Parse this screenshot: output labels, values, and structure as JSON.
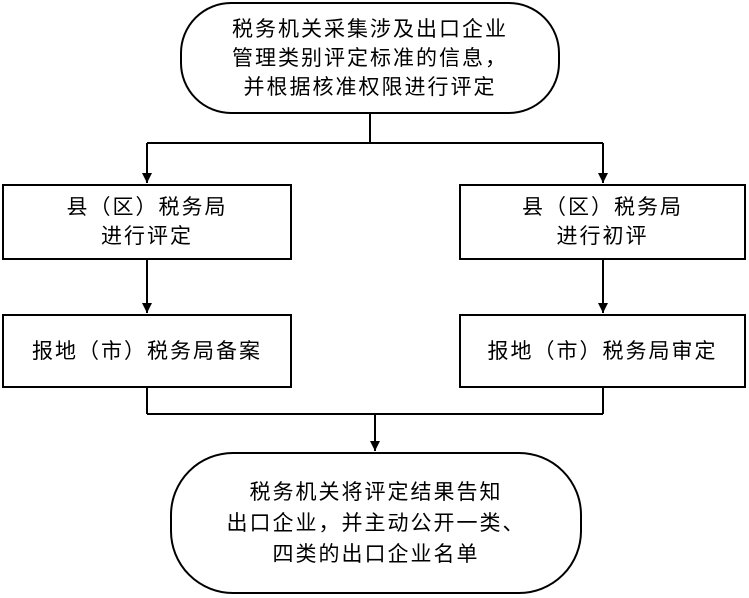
{
  "diagram": {
    "start": {
      "lines": [
        "税务机关采集涉及出口企业",
        "管理类别评定标准的信息，",
        "并根据核准权限进行评定"
      ]
    },
    "left_branch": {
      "step1": {
        "lines": [
          "县（区）税务局",
          "进行评定"
        ]
      },
      "step2": {
        "lines": [
          "报地（市）税务局备案"
        ]
      }
    },
    "right_branch": {
      "step1": {
        "lines": [
          "县（区）税务局",
          "进行初评"
        ]
      },
      "step2": {
        "lines": [
          "报地（市）税务局审定"
        ]
      }
    },
    "end": {
      "lines": [
        "税务机关将评定结果告知",
        "出口企业，并主动公开一类、",
        "四类的出口企业名单"
      ]
    }
  }
}
